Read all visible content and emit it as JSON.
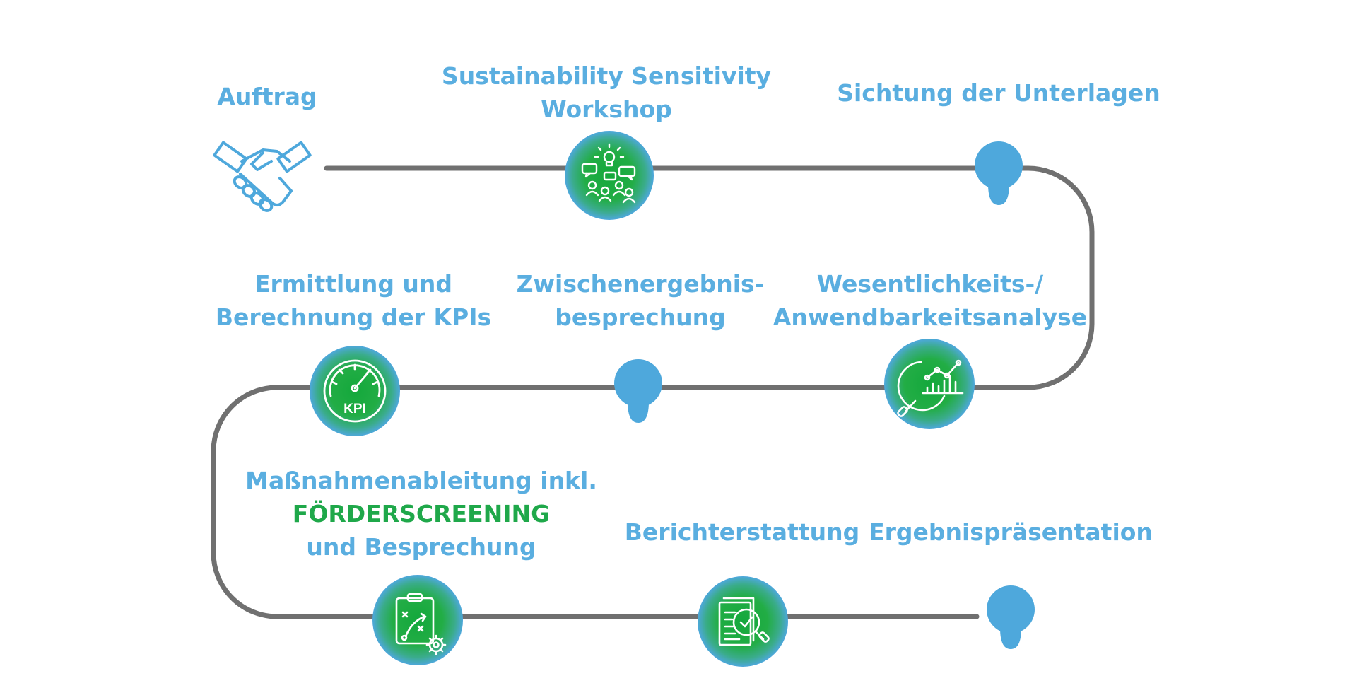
{
  "steps": {
    "auftrag": {
      "label": "Auftrag",
      "icon": "handshake-icon"
    },
    "workshop": {
      "line1": "Sustainability Sensitivity",
      "line2": "Workshop",
      "icon": "workshop-people-ideas-icon"
    },
    "sichtung": {
      "label": "Sichtung der Unterlagen",
      "icon": "map-pin-marker-icon"
    },
    "ermittlung": {
      "line1": "Ermittlung und",
      "line2": "Berechnung der KPIs",
      "icon": "kpi-gauge-icon",
      "icon_text": "KPI"
    },
    "zwischen": {
      "line1": "Zwischenergebnis-",
      "line2": "besprechung",
      "icon": "map-pin-marker-icon"
    },
    "wesentlichkeit": {
      "line1": "Wesentlichkeits-/",
      "line2": "Anwendbarkeitsanalyse",
      "icon": "analysis-magnifier-chart-icon"
    },
    "massnahmen": {
      "line1": "Maßnahmenableitung inkl.",
      "line2": "FÖRDERSCREENING",
      "line3": "und Besprechung",
      "icon": "strategy-clipboard-gear-icon"
    },
    "bericht": {
      "label": "Berichterstattung",
      "icon": "report-document-check-icon"
    },
    "ergebnis": {
      "label": "Ergebnispräsentation",
      "icon": "map-pin-marker-icon"
    }
  },
  "colors": {
    "label": "#5aaee0",
    "highlight": "#1fa84a",
    "path": "#707070",
    "pin": "#4ea8dc",
    "circle_outer": "#4ea8dc",
    "circle_inner": "#1fa84a"
  }
}
